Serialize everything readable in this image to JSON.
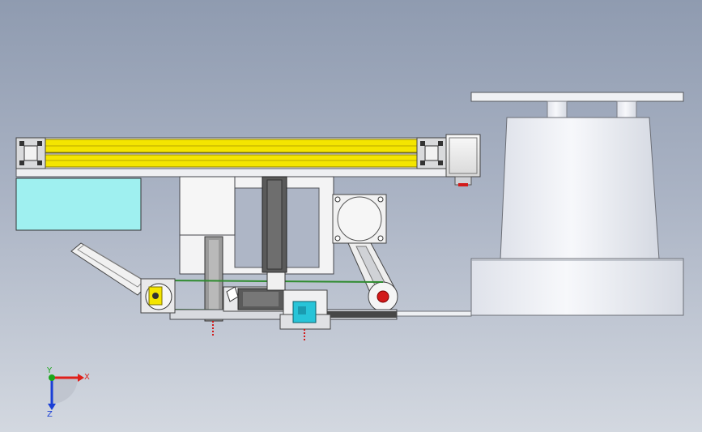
{
  "viewport": {
    "background_top": "#8f9bb0",
    "background_bottom": "#d3d8e0"
  },
  "colors": {
    "rail_yellow": "#f4e500",
    "rail_dark": "#b8a800",
    "aluminum": "#e8e8ea",
    "aluminum_shade": "#c5c7cc",
    "cyan_panel": "#9ff0f0",
    "motor_body": "#f2f2f2",
    "dark_bar": "#5a5a5a",
    "belt_green": "#2e8b2e",
    "sensor_cyan": "#27c4d8",
    "red_accent": "#d21a1a",
    "base_column": "#eef0f6"
  },
  "axis_triad": {
    "x_label": "X",
    "y_label": "Y",
    "z_label": "Z",
    "x_color": "#e0201a",
    "y_color": "#1aa61a",
    "z_color": "#1a3fd6"
  }
}
